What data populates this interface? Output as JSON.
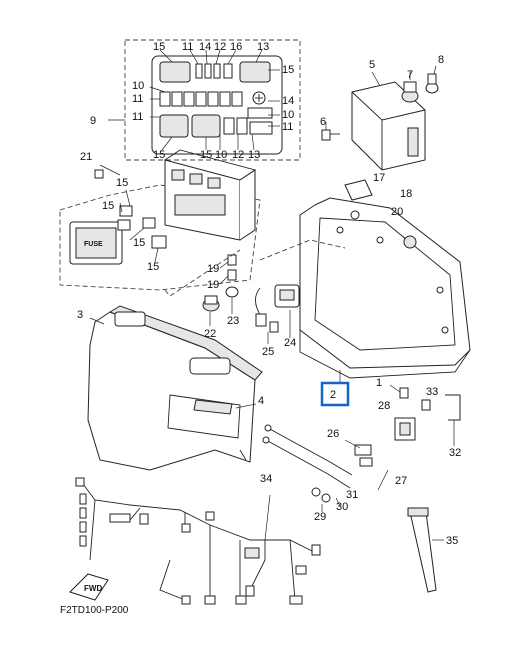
{
  "diagram_code": "F2TD100-P200",
  "fwd_label": "FWD",
  "fuse_label": "FUSE",
  "highlight_color": "#1565c0",
  "callouts": {
    "p1": "1",
    "p2": "2",
    "p3": "3",
    "p4": "4",
    "p5": "5",
    "p6": "6",
    "p7": "7",
    "p8": "8",
    "p9": "9",
    "p10": "10",
    "p11": "11",
    "p12": "12",
    "p13": "13",
    "p14": "14",
    "p15": "15",
    "p16": "16",
    "p17": "17",
    "p18": "18",
    "p19": "19",
    "p20": "20",
    "p21": "21",
    "p22": "22",
    "p23": "23",
    "p24": "24",
    "p25": "25",
    "p26": "26",
    "p27": "27",
    "p28": "28",
    "p29": "29",
    "p30": "30",
    "p31": "31",
    "p32": "32",
    "p33": "33",
    "p34": "34",
    "p35": "35"
  }
}
